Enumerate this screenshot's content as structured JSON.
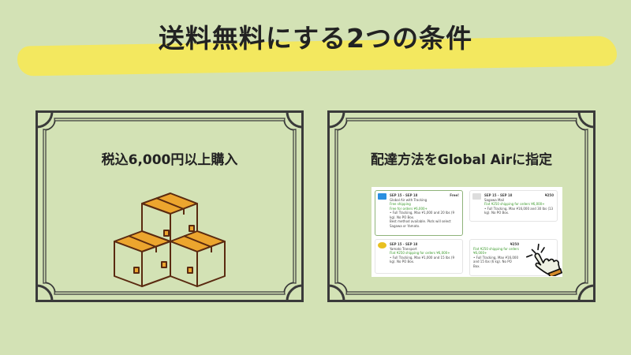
{
  "title": "送料無料にする2つの条件",
  "cards": [
    {
      "title": "税込6,000円以上購入",
      "icon": "boxes-icon"
    },
    {
      "title": "配達方法をGlobal Airに指定",
      "icon": "hand-pointer-icon",
      "screenshot": {
        "options": [
          {
            "dates": "SEP 15 - SEP 18",
            "price": "Free!",
            "name": "Global Air with Tracking",
            "badge": "Free shipping",
            "note": "Free for orders ¥6,000+",
            "details": "• Full Tracking, Max ¥1,000 and 20 lbs (9 kg). No PO Box.",
            "extra": "Best method available. Pkds will select Sagawa or Yamato.",
            "selected": true
          },
          {
            "dates": "SEP 15 - SEP 18",
            "price": "¥250",
            "name": "Sagawa Mail",
            "note": "Flat ¥250 shipping for orders ¥6,000+",
            "details": "• Full Tracking, Max ¥16,000 and 30 lbs (13 kg). No PO Box."
          },
          {
            "dates": "SEP 15 - SEP 18",
            "price": "",
            "name": "Yamato Transport",
            "note": "Flat ¥250 shipping for orders ¥6,000+",
            "details": "• Full Tracking, Max ¥1,000 and 15 lbs (9 kg). No PO Box."
          },
          {
            "dates": "",
            "price": "¥250",
            "name": "",
            "note": "Flat ¥250 shipping for orders ¥6,000+",
            "details": "• Full Tracking, Max ¥16,000 and 15 lbs (6 kg). No PO Box."
          }
        ]
      }
    }
  ],
  "colors": {
    "background": "#d3e2b5",
    "highlight": "#f3e85f",
    "box": "#eca52e",
    "outline": "#5a2a10",
    "frame": "#3a3a3a"
  }
}
